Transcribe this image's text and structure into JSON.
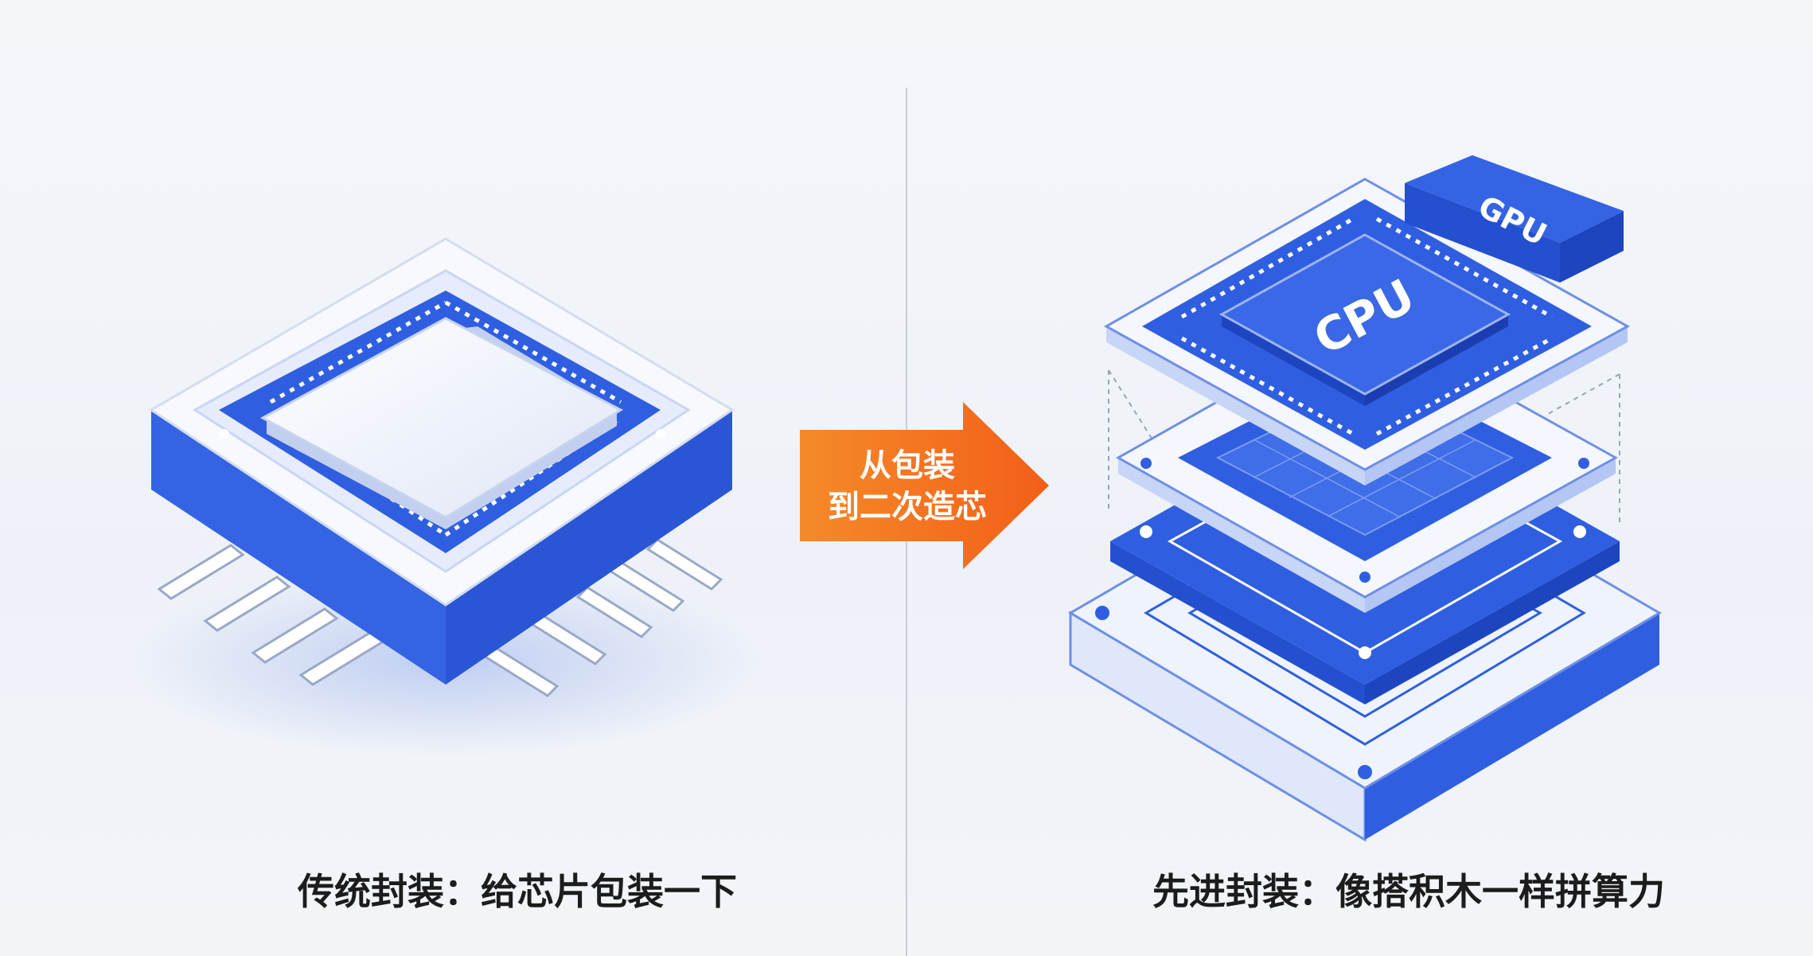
{
  "left_panel": {
    "caption": "传统封装：给芯片包装一下"
  },
  "right_panel": {
    "caption": "先进封装：像搭积木一样拼算力",
    "chips": {
      "cpu_label": "CPU",
      "gpu_label": "GPU"
    }
  },
  "transition_arrow": {
    "line1": "从包装",
    "line2": "到二次造芯",
    "color": "#f26b1d"
  },
  "colors": {
    "primary_blue": "#2f5fe0",
    "light_blue": "#dfe8fb",
    "accent_orange": "#f26b1d",
    "divider": "#c9ccd3"
  }
}
